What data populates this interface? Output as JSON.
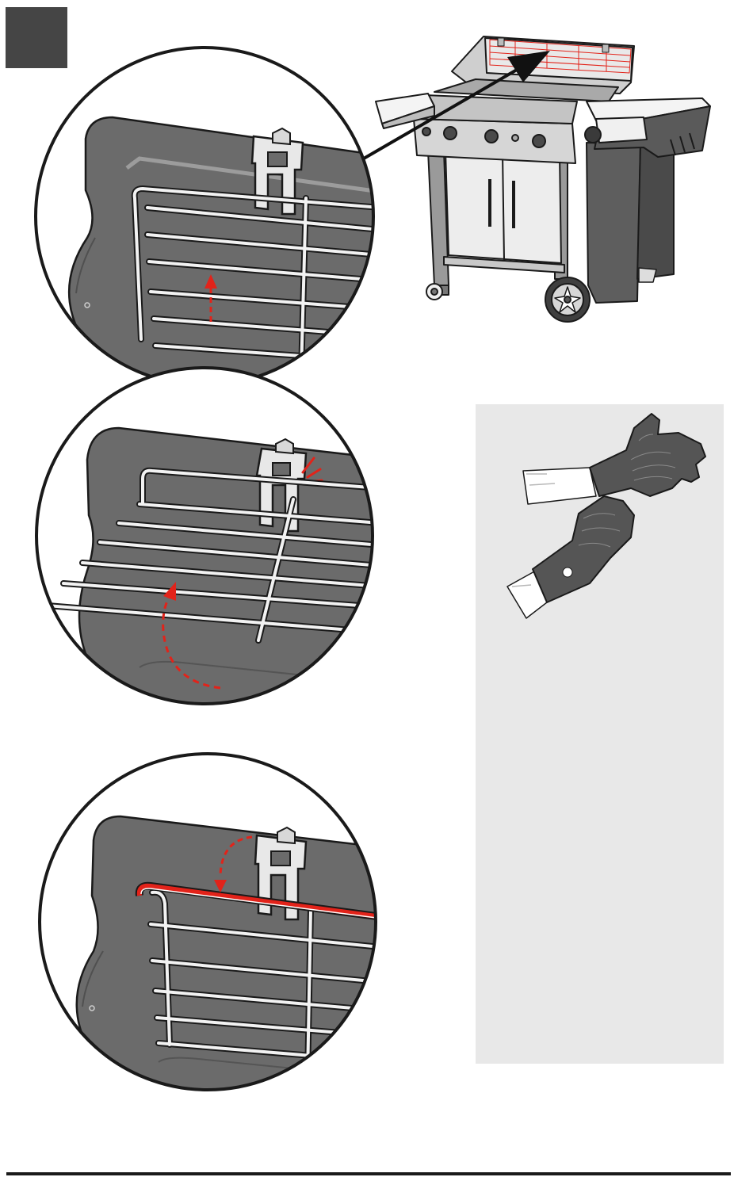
{
  "colors": {
    "step_badge": "#454545",
    "wall_fill": "#6b6b6b",
    "wall_edge": "#3c3c3c",
    "rack_wire": "#f2f2f2",
    "highlight_red": "#e2231a",
    "arrow_black": "#111111",
    "glove_panel": "#e8e8e8",
    "glove_fill": "#555555",
    "footer_rule": "#1a1a1a"
  },
  "icons": {
    "step_badge": "step-number-badge",
    "grill": "gas-grill-illustration",
    "callout_arrow": "callout-arrow-icon",
    "detail_1": "warming-rack-lift-detail",
    "detail_2": "warming-rack-fold-detail",
    "detail_3": "warming-rack-stowed-detail",
    "gloves": "heat-resistant-gloves-icon"
  }
}
